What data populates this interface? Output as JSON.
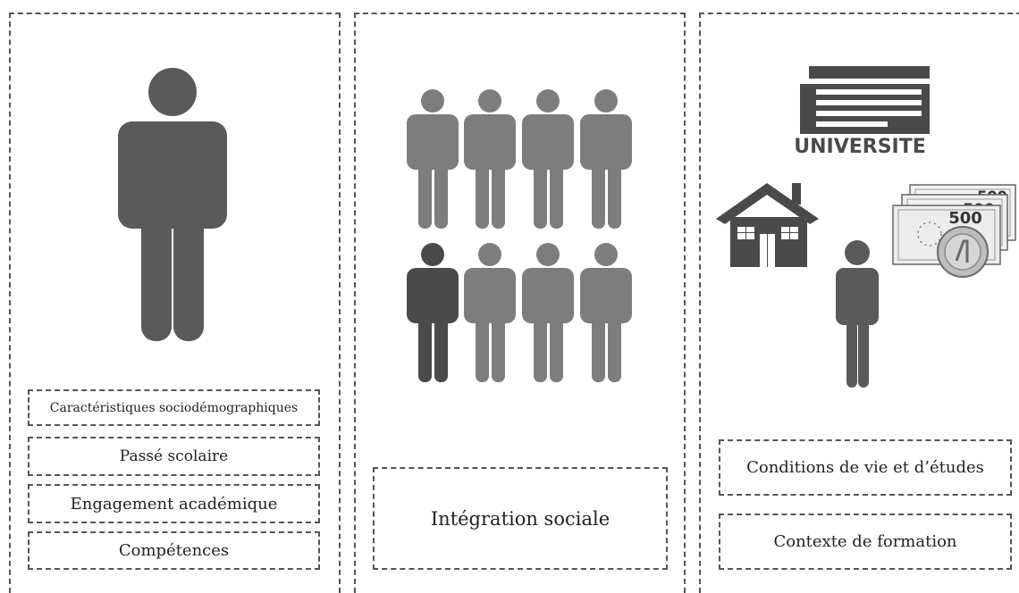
{
  "panels": [
    {
      "boxes": [
        "Caractéristiques sociodémographiques",
        "Passé scolaire",
        "Engagement académique",
        "Compétences"
      ]
    },
    {
      "boxes": [
        "Intégration sociale"
      ]
    },
    {
      "building_sign": "UNIVERSITE",
      "banknote_values": [
        "500",
        "500",
        "500"
      ],
      "boxes": [
        "Conditions de vie et d’études",
        "Contexte de formation"
      ]
    }
  ],
  "colors": {
    "person_dark": "#5a5a5a",
    "person_mid": "#7d7d7d",
    "person_darkest": "#444444",
    "border": "#555555"
  }
}
